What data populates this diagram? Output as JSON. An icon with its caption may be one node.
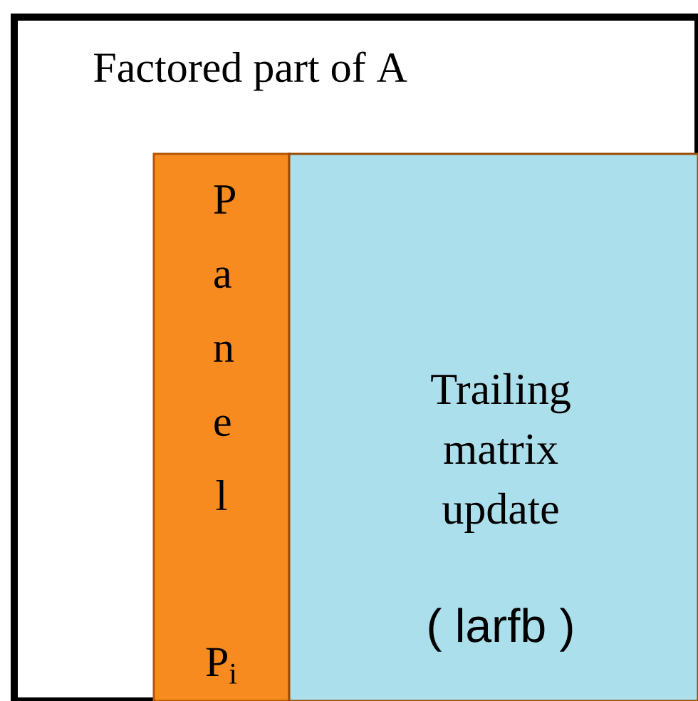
{
  "diagram": {
    "nodes": [
      {
        "text": [
          "Factored part of A"
        ]
      },
      {
        "text": [
          "P a n e l",
          "P$_{i}$"
        ],
        "in": 0
      },
      {
        "text": [
          "Trailing matrix update",
          "( larfb )"
        ],
        "in": 0
      }
    ]
  }
}
